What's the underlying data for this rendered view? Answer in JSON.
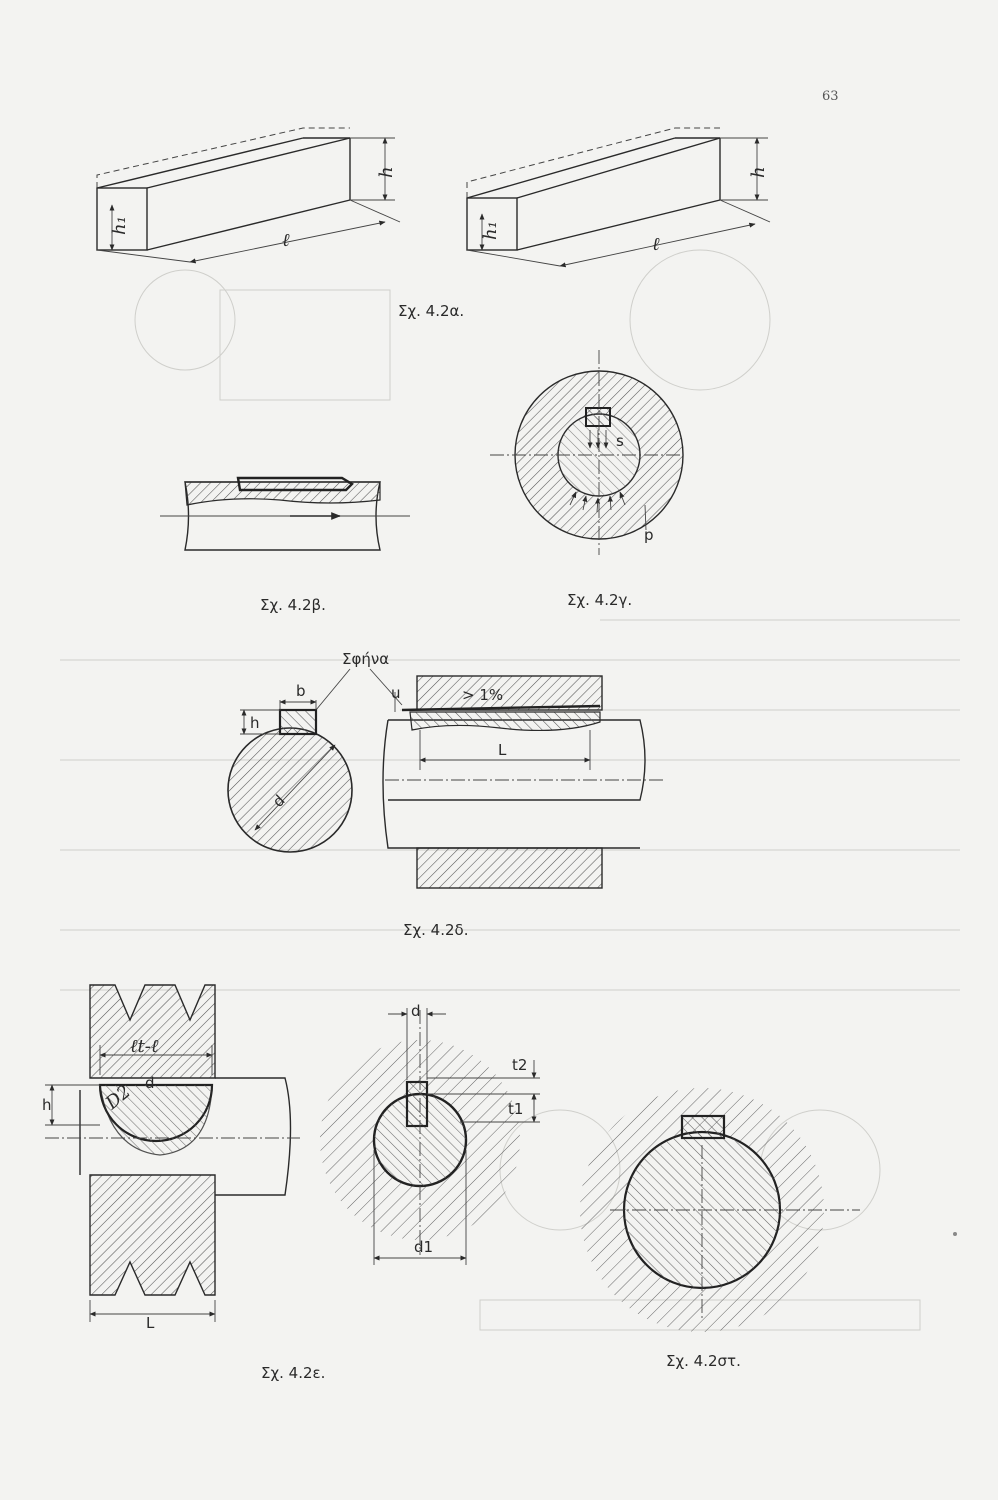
{
  "page": {
    "number": "63"
  },
  "figures": {
    "fig_a": {
      "caption": "Σχ. 4.2α.",
      "labels": {
        "h": "h",
        "h1": "h₁",
        "l": "ℓ"
      }
    },
    "fig_b": {
      "caption": "Σχ. 4.2β."
    },
    "fig_g": {
      "caption": "Σχ. 4.2γ.",
      "labels": {
        "s": "s",
        "p": "p"
      }
    },
    "fig_d": {
      "caption": "Σχ. 4.2δ.",
      "labels": {
        "wedge": "Σφήνα",
        "b": "b",
        "h": "h",
        "d": "d",
        "u": "u",
        "slope": "> 1%",
        "L": "L"
      }
    },
    "fig_e": {
      "caption": "Σχ. 4.2ε.",
      "labels": {
        "lt": "ℓt-ℓ",
        "d": "d",
        "D2": "D2",
        "h": "h",
        "L": "L"
      }
    },
    "fig_e2": {
      "labels": {
        "d": "d",
        "t2": "t2",
        "t1": "t1",
        "d1": "d1"
      }
    },
    "fig_st": {
      "caption": "Σχ. 4.2στ."
    }
  },
  "colors": {
    "paper": "#f3f3f1",
    "ink": "#2a2a2a",
    "hatch": "#555555"
  }
}
